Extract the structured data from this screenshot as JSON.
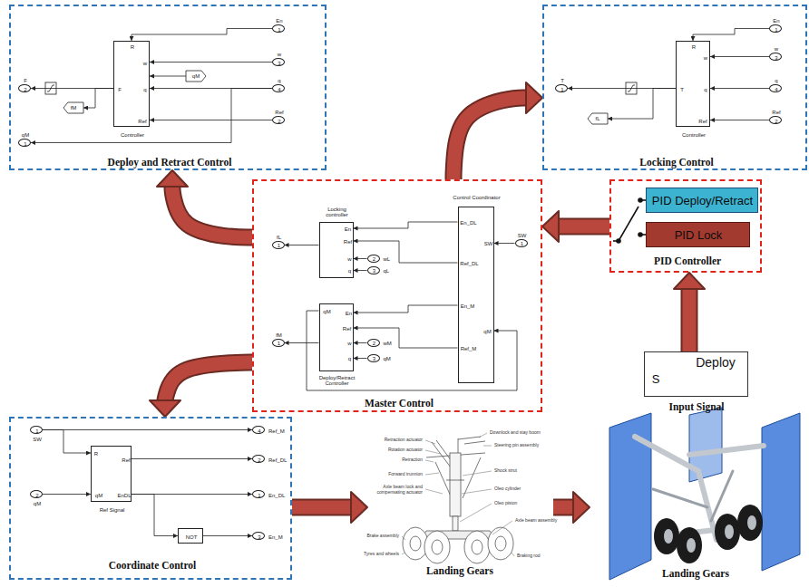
{
  "diagram": {
    "nodes": [
      {
        "text": [
          "Deploy and Retract Control"
        ]
      },
      {
        "text": [
          "R",
          "w",
          "F",
          "q",
          "Ref",
          "Controller"
        ],
        "in": 0
      },
      {
        "text": [
          "En",
          "1"
        ],
        "in": 0
      },
      {
        "text": [
          "w",
          "3"
        ],
        "in": 0
      },
      {
        "text": [
          "q",
          "4"
        ],
        "in": 0
      },
      {
        "text": [
          "Ref",
          "2"
        ],
        "in": 0
      },
      {
        "text": [
          "F",
          "2"
        ],
        "in": 0
      },
      {
        "text": [
          "qM",
          "1"
        ],
        "in": 0
      },
      {
        "text": [
          "fM"
        ],
        "in": 0
      },
      {
        "text": [
          "qM"
        ],
        "in": 0
      },
      {
        "text": [
          "Locking Control"
        ]
      },
      {
        "text": [
          "R",
          "w",
          "T",
          "q",
          "Ref",
          "Controller"
        ],
        "in": 10
      },
      {
        "text": [
          "En",
          "1"
        ],
        "in": 10
      },
      {
        "text": [
          "w",
          "3"
        ],
        "in": 10
      },
      {
        "text": [
          "q",
          "4"
        ],
        "in": 10
      },
      {
        "text": [
          "Ref",
          "2"
        ],
        "in": 10
      },
      {
        "text": [
          "T",
          "1"
        ],
        "in": 10
      },
      {
        "text": [
          "fL"
        ],
        "in": 10
      },
      {
        "text": [
          "Master Control"
        ]
      },
      {
        "text": [
          "Locking controller",
          "En",
          "Ref",
          "w",
          "q"
        ],
        "in": 18
      },
      {
        "text": [
          "qM",
          "En",
          "Ref",
          "w",
          "q",
          "Deploy/Retract Controller"
        ],
        "in": 18
      },
      {
        "text": [
          "Control Coordinator",
          "En_DL",
          "Ref_DL",
          "En_M",
          "Ref_M",
          "SW",
          "qM"
        ],
        "in": 18
      },
      {
        "text": [
          "fL",
          "1"
        ],
        "in": 18
      },
      {
        "text": [
          "wL",
          "2"
        ],
        "in": 18
      },
      {
        "text": [
          "qL",
          "3"
        ],
        "in": 18
      },
      {
        "text": [
          "fM",
          "1"
        ],
        "in": 18
      },
      {
        "text": [
          "wM",
          "2"
        ],
        "in": 18
      },
      {
        "text": [
          "qM",
          "3"
        ],
        "in": 18
      },
      {
        "text": [
          "SW",
          "1"
        ],
        "in": 18
      },
      {
        "text": [
          "PID Controller"
        ]
      },
      {
        "text": [
          "PID Deploy/Retract"
        ],
        "in": 29
      },
      {
        "text": [
          "PID Lock"
        ],
        "in": 29
      },
      {
        "text": [
          "Deploy",
          "S",
          "Input Signal"
        ]
      },
      {
        "text": [
          "Coordinate Control"
        ]
      },
      {
        "text": [
          "1",
          "SW"
        ],
        "in": 33
      },
      {
        "text": [
          "2",
          "qM"
        ],
        "in": 33
      },
      {
        "text": [
          "R",
          "qM",
          "Ref",
          "EnDL",
          "Ref Signal"
        ],
        "in": 33
      },
      {
        "text": [
          "NOT"
        ],
        "in": 33
      },
      {
        "text": [
          "4",
          "Ref_M"
        ],
        "in": 33
      },
      {
        "text": [
          "2",
          "Ref_DL"
        ],
        "in": 33
      },
      {
        "text": [
          "1",
          "En_DL"
        ],
        "in": 33
      },
      {
        "text": [
          "3",
          "En_M"
        ],
        "in": 33
      },
      {
        "text": [
          "Landing Gears"
        ]
      },
      {
        "text": [
          "Landing Gears"
        ]
      }
    ],
    "edges": [
      {
        "from": 2,
        "to": 1,
        "arrow": "to"
      },
      {
        "from": 3,
        "to": 1,
        "arrow": "to"
      },
      {
        "from": 4,
        "to": 1,
        "arrow": "to"
      },
      {
        "from": 5,
        "to": 1,
        "arrow": "to"
      },
      {
        "from": 1,
        "to": 6,
        "arrow": "to"
      },
      {
        "from": 1,
        "to": 8,
        "arrow": "to"
      },
      {
        "from": 9,
        "to": 1,
        "arrow": "to"
      },
      {
        "from": 4,
        "to": 7,
        "arrow": "to"
      },
      {
        "from": 12,
        "to": 11,
        "arrow": "to"
      },
      {
        "from": 13,
        "to": 11,
        "arrow": "to"
      },
      {
        "from": 14,
        "to": 11,
        "arrow": "to"
      },
      {
        "from": 15,
        "to": 11,
        "arrow": "to"
      },
      {
        "from": 11,
        "to": 16,
        "arrow": "to"
      },
      {
        "from": 11,
        "to": 17,
        "arrow": "to"
      },
      {
        "from": 21,
        "to": 19,
        "arrow": "to"
      },
      {
        "from": 21,
        "to": 19,
        "arrow": "to"
      },
      {
        "from": 23,
        "to": 19,
        "arrow": "to"
      },
      {
        "from": 24,
        "to": 19,
        "arrow": "to"
      },
      {
        "from": 19,
        "to": 22,
        "arrow": "to"
      },
      {
        "from": 21,
        "to": 20,
        "arrow": "to"
      },
      {
        "from": 21,
        "to": 20,
        "arrow": "to"
      },
      {
        "from": 26,
        "to": 20,
        "arrow": "to"
      },
      {
        "from": 27,
        "to": 20,
        "arrow": "to"
      },
      {
        "from": 20,
        "to": 25,
        "arrow": "to"
      },
      {
        "from": 20,
        "to": 21,
        "arrow": "to"
      },
      {
        "from": 28,
        "to": 21,
        "arrow": "to"
      },
      {
        "from": 34,
        "to": 38,
        "arrow": "to"
      },
      {
        "from": 34,
        "to": 36,
        "arrow": "to"
      },
      {
        "from": 35,
        "to": 36,
        "arrow": "to"
      },
      {
        "from": 36,
        "to": 39,
        "arrow": "to"
      },
      {
        "from": 36,
        "to": 40,
        "arrow": "to"
      },
      {
        "from": 36,
        "to": 37,
        "arrow": "to"
      },
      {
        "from": 37,
        "to": 41,
        "arrow": "to"
      },
      {
        "from": 18,
        "to": 0,
        "arrow": "to"
      },
      {
        "from": 18,
        "to": 10,
        "arrow": "to"
      },
      {
        "from": 18,
        "to": 33,
        "arrow": "to"
      },
      {
        "from": 29,
        "to": 18,
        "arrow": "to"
      },
      {
        "from": 32,
        "to": 29,
        "arrow": "to"
      },
      {
        "from": 33,
        "to": 42,
        "arrow": "to"
      },
      {
        "from": 42,
        "to": 43,
        "arrow": "to"
      }
    ],
    "labels": [
      "Retraction actuator",
      "Downlock and stay boom",
      "Rotation actuator",
      "Steering pin assembly",
      "Retraction",
      "Shock strut",
      "Forward trunnion",
      "Axle beam lock and compensating actuator",
      "Oleo cylinder",
      "Oleo piston",
      "Axle beam assembly",
      "Brake assembly",
      "Tyres and wheels",
      "Braking rod"
    ]
  }
}
